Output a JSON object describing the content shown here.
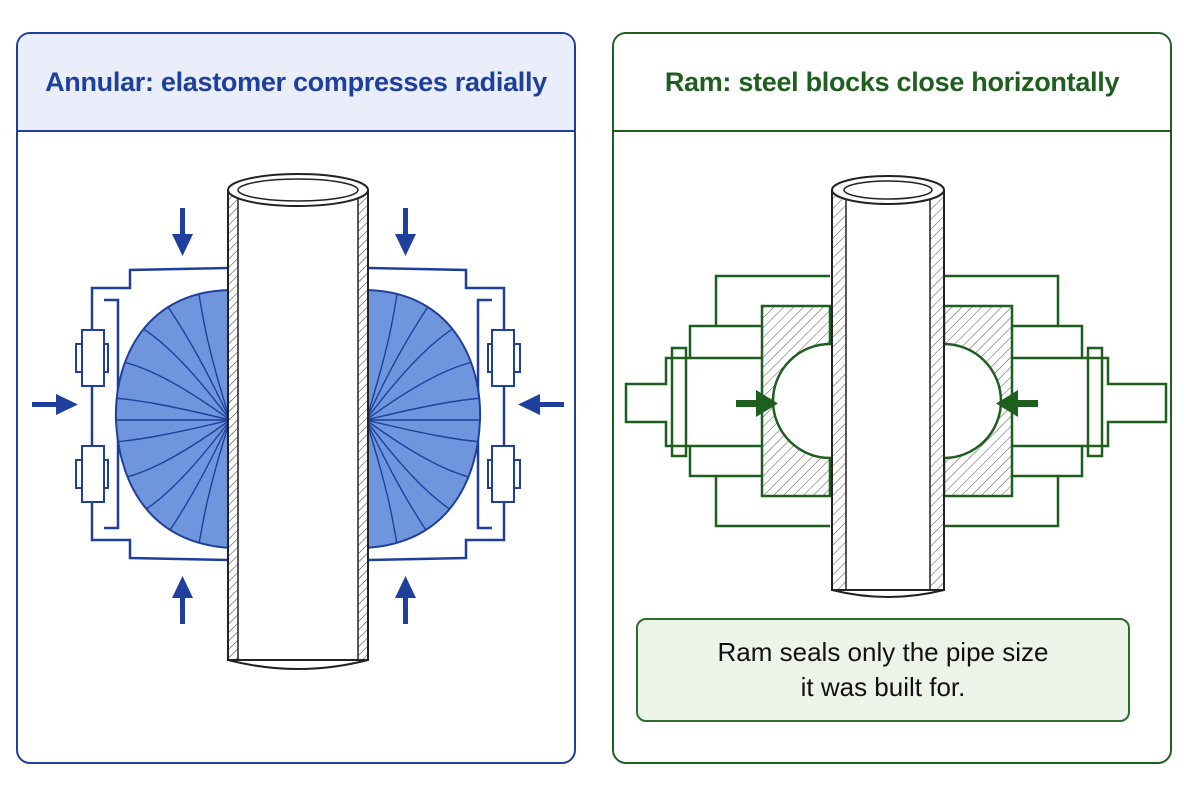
{
  "annular": {
    "title": "Annular: elastomer compresses radially",
    "colors": {
      "accent": "#1f3f9c",
      "header_bg": "#e9eefa",
      "elastomer": "#6f96dc"
    }
  },
  "ram": {
    "title": "Ram: steel blocks close horizontally",
    "note": "Ram seals only the pipe size\nit was built for.",
    "colors": {
      "accent": "#1e5e1e",
      "note_bg": "#ecf4ea"
    }
  }
}
